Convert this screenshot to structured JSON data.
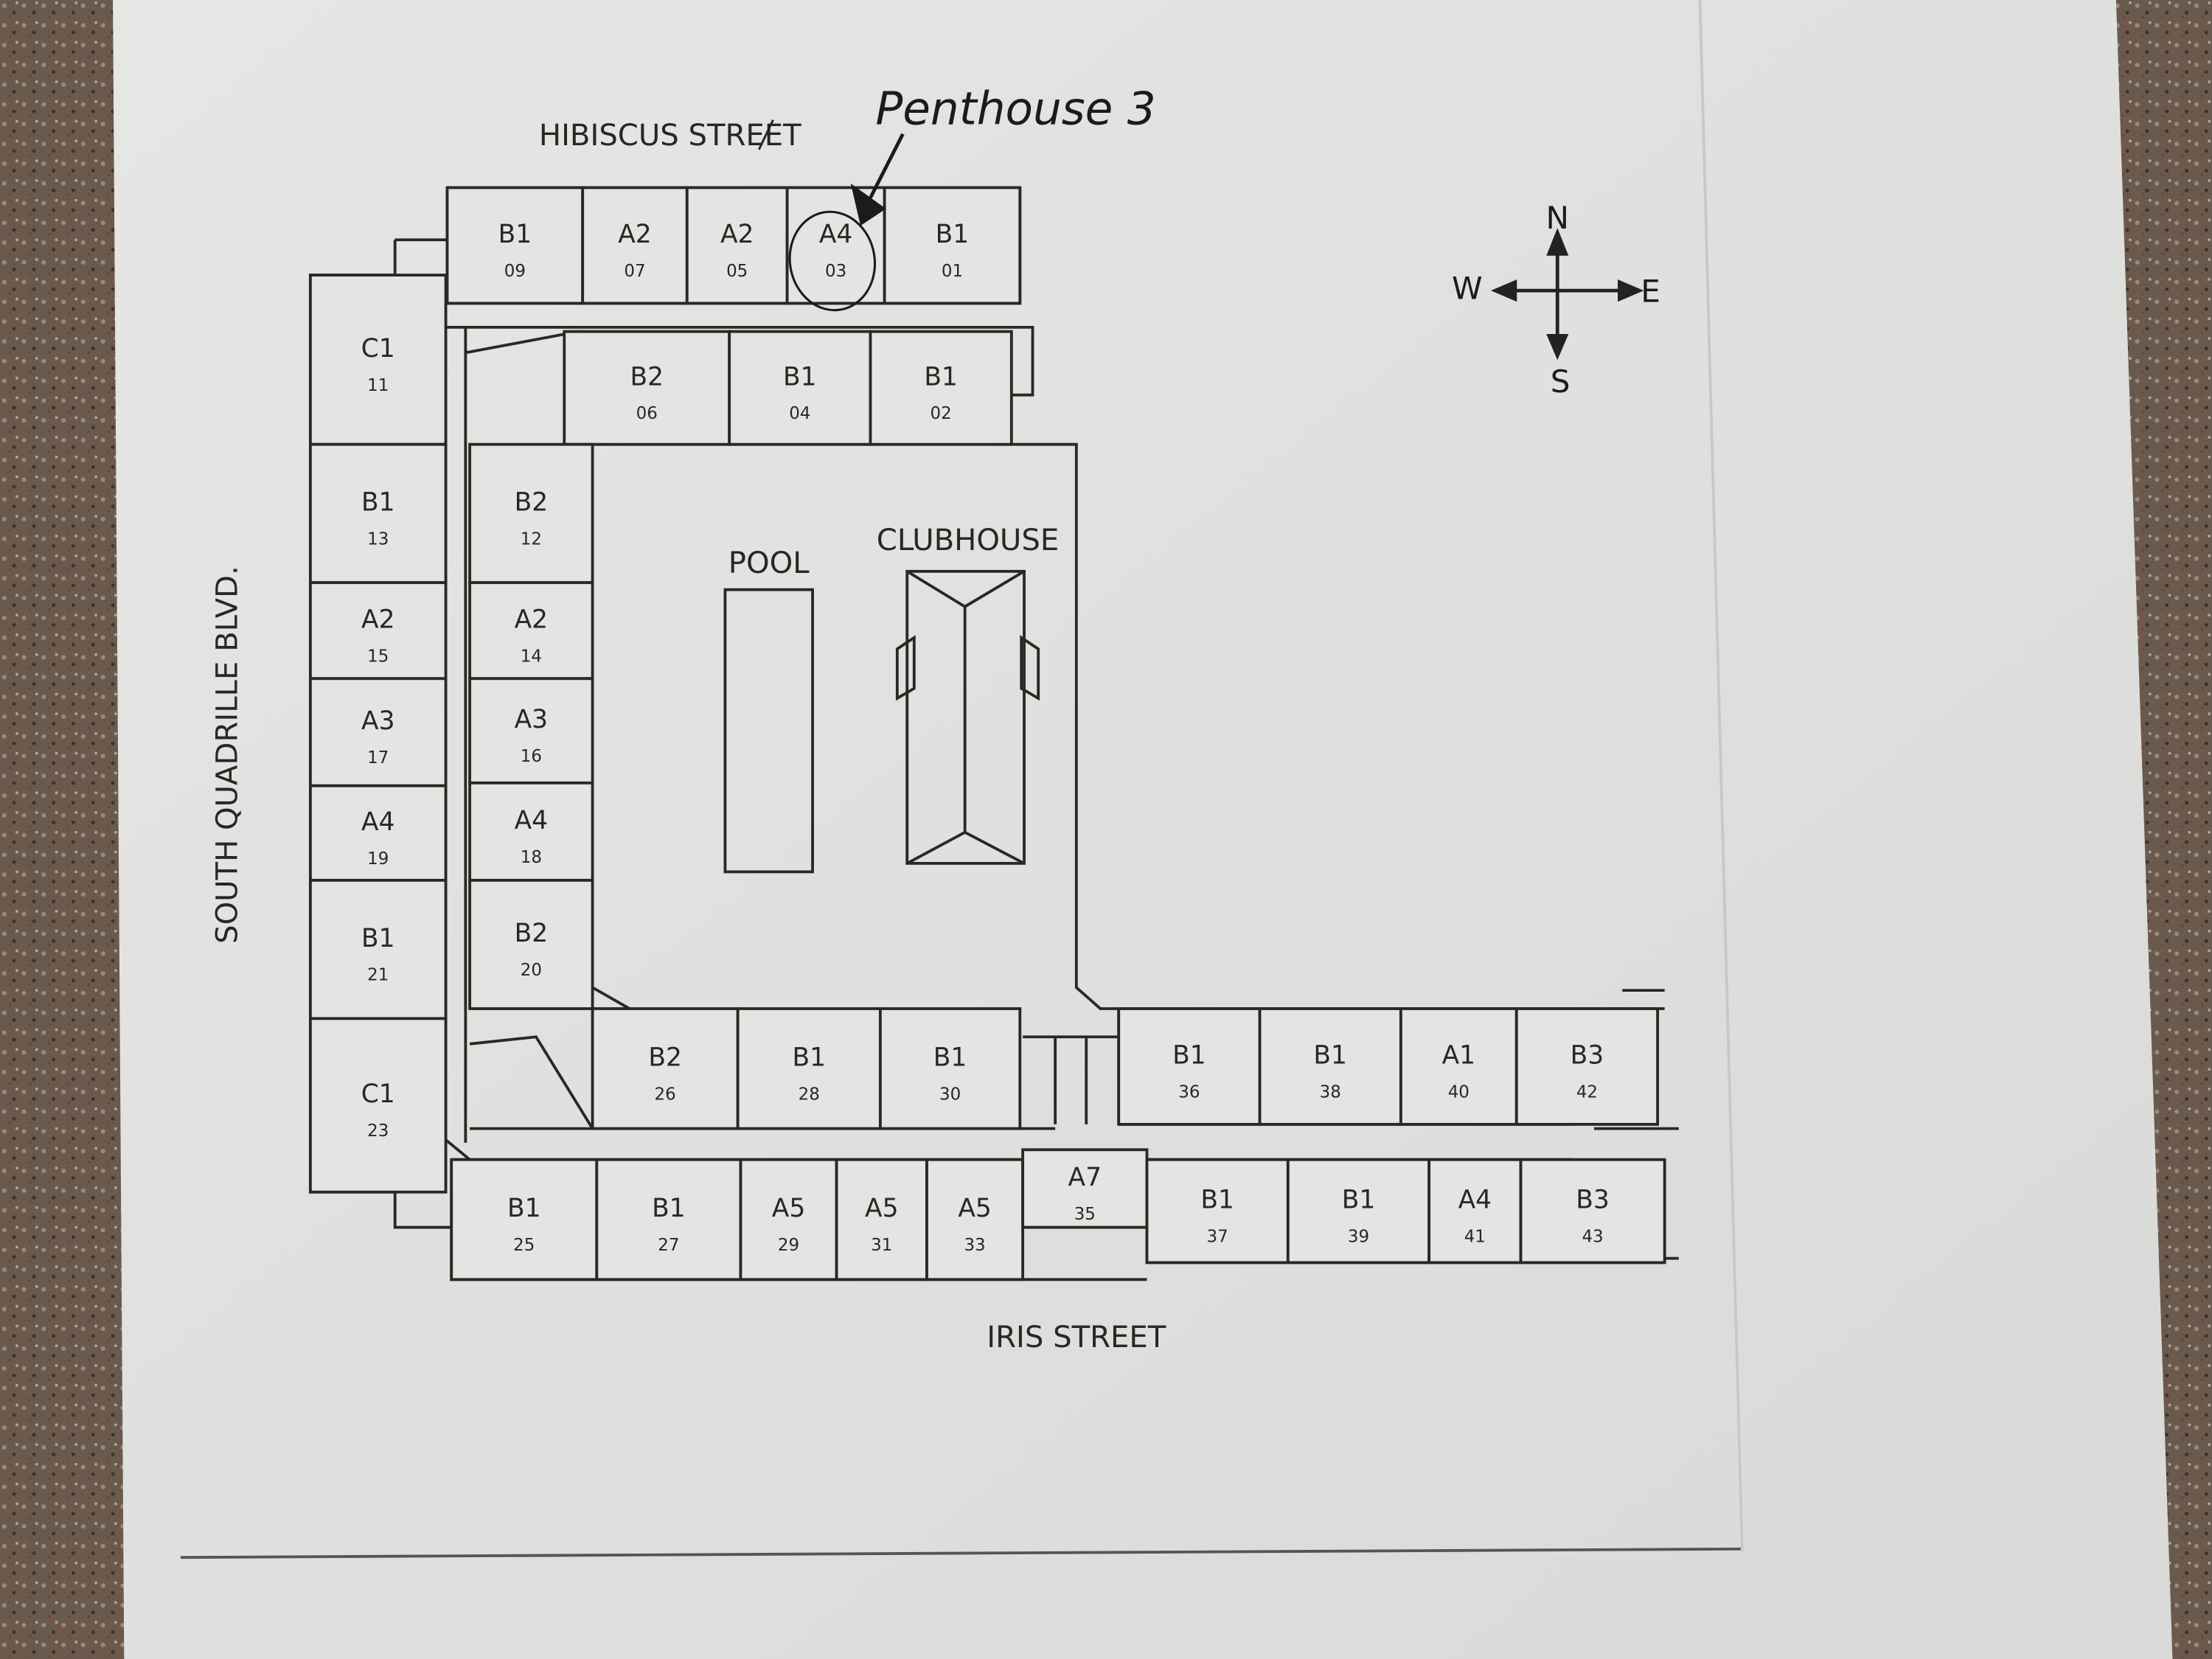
{
  "annotation": {
    "text": "Penthouse 3",
    "circled_unit": "03"
  },
  "streets": {
    "north": "HIBISCUS STREET",
    "south": "IRIS STREET",
    "west": "SOUTH QUADRILLE BLVD."
  },
  "amenities": {
    "pool": "POOL",
    "clubhouse": "CLUBHOUSE"
  },
  "compass": {
    "n": "N",
    "s": "S",
    "e": "E",
    "w": "W"
  },
  "units": [
    {
      "type": "B1",
      "number": "09"
    },
    {
      "type": "A2",
      "number": "07"
    },
    {
      "type": "A2",
      "number": "05"
    },
    {
      "type": "A4",
      "number": "03"
    },
    {
      "type": "B1",
      "number": "01"
    },
    {
      "type": "B2",
      "number": "06"
    },
    {
      "type": "B1",
      "number": "04"
    },
    {
      "type": "B1",
      "number": "02"
    },
    {
      "type": "C1",
      "number": "11"
    },
    {
      "type": "B1",
      "number": "13"
    },
    {
      "type": "A2",
      "number": "15"
    },
    {
      "type": "A3",
      "number": "17"
    },
    {
      "type": "A4",
      "number": "19"
    },
    {
      "type": "B1",
      "number": "21"
    },
    {
      "type": "C1",
      "number": "23"
    },
    {
      "type": "B2",
      "number": "12"
    },
    {
      "type": "A2",
      "number": "14"
    },
    {
      "type": "A3",
      "number": "16"
    },
    {
      "type": "A4",
      "number": "18"
    },
    {
      "type": "B2",
      "number": "20"
    },
    {
      "type": "B2",
      "number": "26"
    },
    {
      "type": "B1",
      "number": "28"
    },
    {
      "type": "B1",
      "number": "30"
    },
    {
      "type": "B1",
      "number": "36"
    },
    {
      "type": "B1",
      "number": "38"
    },
    {
      "type": "A1",
      "number": "40"
    },
    {
      "type": "B3",
      "number": "42"
    },
    {
      "type": "B1",
      "number": "25"
    },
    {
      "type": "B1",
      "number": "27"
    },
    {
      "type": "A5",
      "number": "29"
    },
    {
      "type": "A5",
      "number": "31"
    },
    {
      "type": "A5",
      "number": "33"
    },
    {
      "type": "A7",
      "number": "35"
    },
    {
      "type": "B1",
      "number": "37"
    },
    {
      "type": "B1",
      "number": "39"
    },
    {
      "type": "A4",
      "number": "41"
    },
    {
      "type": "B3",
      "number": "43"
    }
  ]
}
